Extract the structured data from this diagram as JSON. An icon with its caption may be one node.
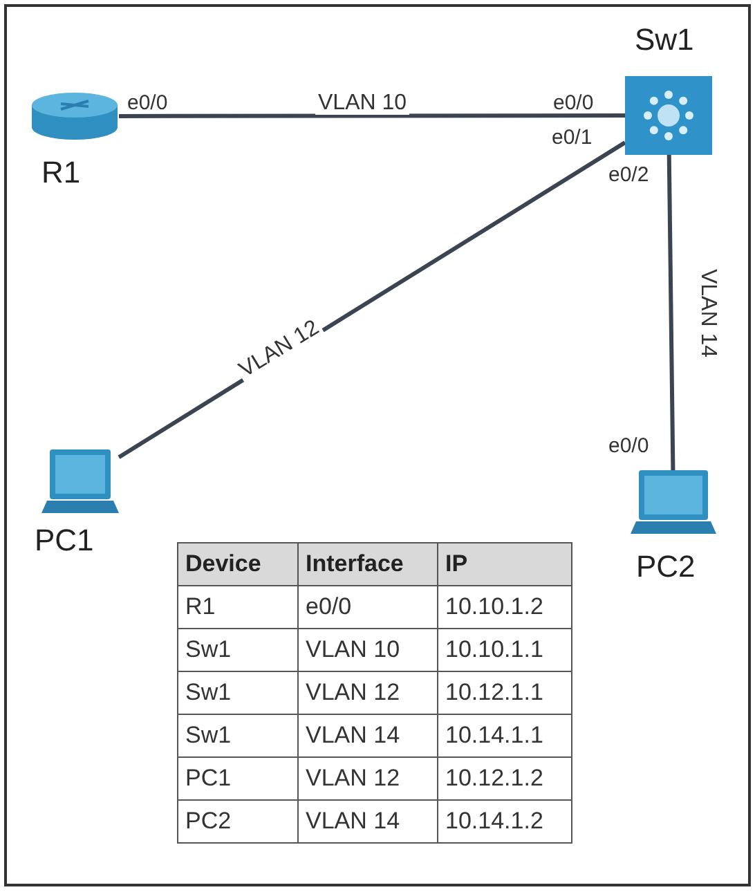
{
  "diagram": {
    "nodes": [
      {
        "text": [
          "R1"
        ]
      },
      {
        "text": [
          "Sw1"
        ]
      },
      {
        "text": [
          "PC1"
        ]
      },
      {
        "text": [
          "PC2"
        ]
      }
    ],
    "edges": [
      {
        "from": 0,
        "to": 1,
        "arrow": "none",
        "label": "VLAN 10"
      },
      {
        "from": 2,
        "to": 1,
        "arrow": "none",
        "label": "VLAN 12"
      },
      {
        "from": 1,
        "to": 3,
        "arrow": "none",
        "label": "VLAN 14"
      }
    ],
    "labels": [
      "e0/0",
      "e0/0",
      "e0/1",
      "e0/2",
      "e0/0",
      "Device",
      "Interface",
      "IP",
      "R1",
      "e0/0",
      "10.10.1.2",
      "Sw1",
      "VLAN 10",
      "10.10.1.1",
      "Sw1",
      "VLAN 12",
      "10.12.1.1",
      "Sw1",
      "VLAN 14",
      "10.14.1.1",
      "PC1",
      "VLAN 12",
      "10.12.1.2",
      "PC2",
      "VLAN 14",
      "10.14.1.2"
    ]
  }
}
